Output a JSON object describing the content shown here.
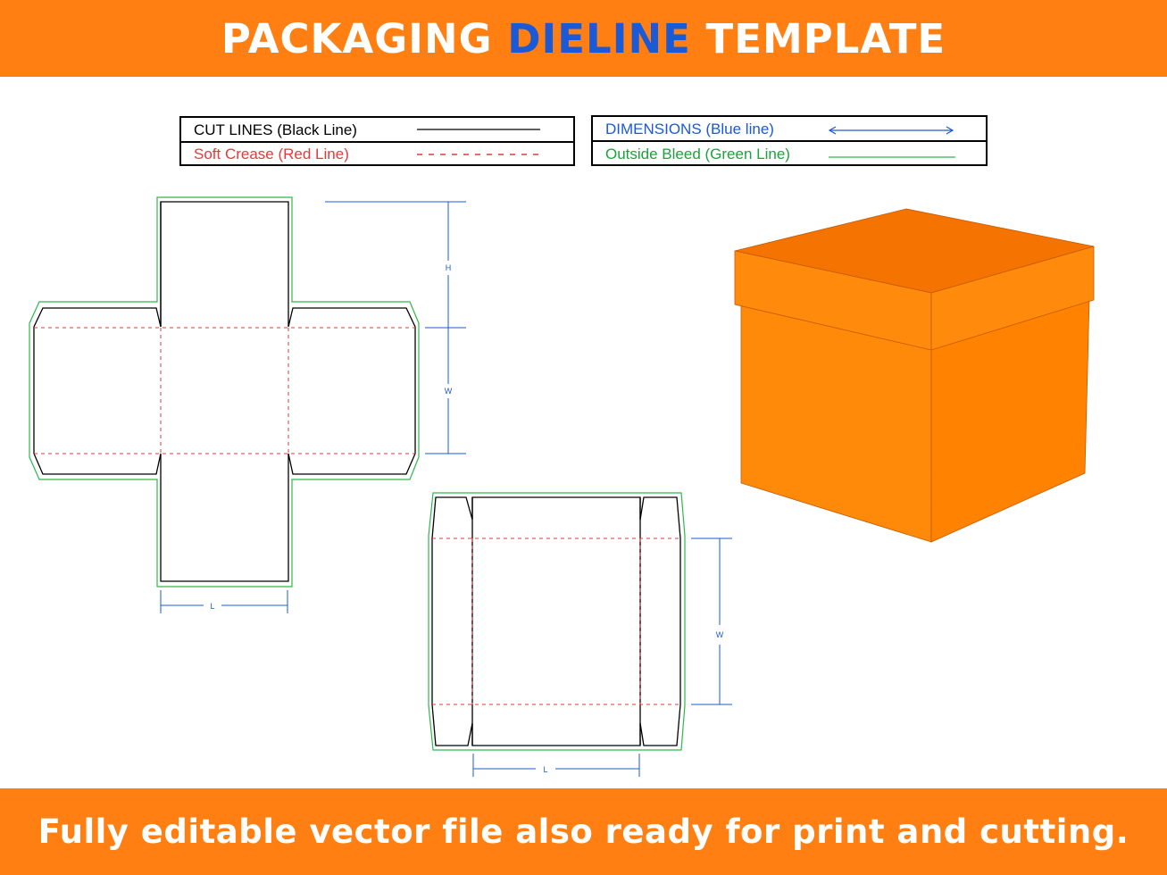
{
  "header": {
    "title_part1": "PACKAGING ",
    "title_accent": "DIELINE",
    "title_part2": " TEMPLATE"
  },
  "legend": {
    "cut_lines": "CUT LINES (Black Line)",
    "soft_crease": "Soft Crease (Red Line)",
    "dimensions": "DIMENSIONS (Blue line)",
    "outside_bleed": "Outside Bleed (Green Line)"
  },
  "dimensions": {
    "height_label": "H",
    "width_label": "W",
    "length_label": "L",
    "lid_width_label": "W",
    "lid_length_label": "L"
  },
  "footer": {
    "tagline": "Fully editable vector file also ready for print and cutting."
  },
  "colors": {
    "brand_orange": "#ff7f12",
    "accent_blue": "#1a5ad6",
    "cut_line": "#000000",
    "crease_line": "#e23b3b",
    "dimension_line": "#1a5ad6",
    "bleed_line": "#2db84a"
  }
}
